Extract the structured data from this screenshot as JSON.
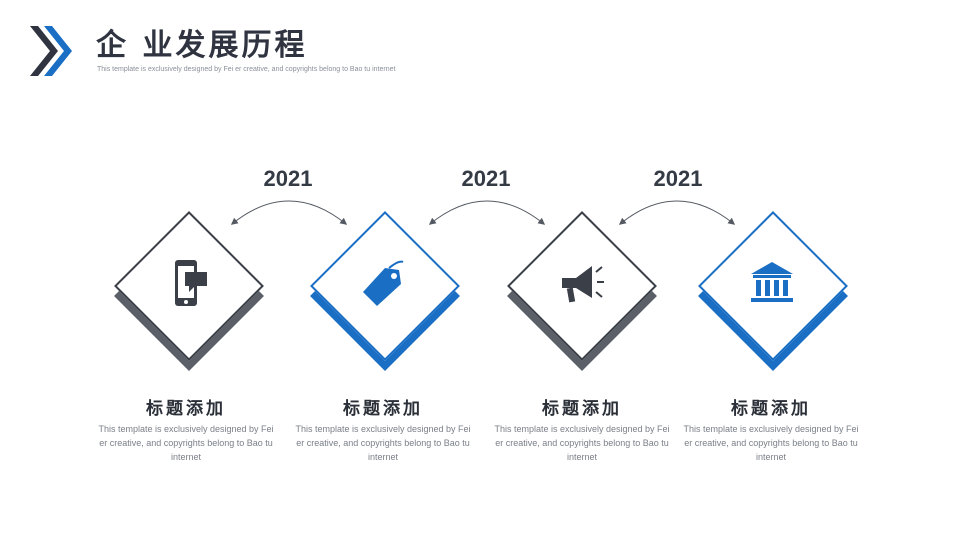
{
  "header": {
    "title": "企 业发展历程",
    "subtitle": "This template is exclusively designed by Fei er creative, and copyrights belong to Bao tu internet"
  },
  "colors": {
    "accent": "#1a6ec4",
    "dark": "#3a3f48",
    "text": "#2f3440"
  },
  "years": [
    "2021",
    "2021",
    "2021"
  ],
  "steps": [
    {
      "icon": "smartphone-message-icon",
      "style": "gray",
      "title": "标题添加",
      "desc": "This template is exclusively designed by Fei er creative, and copyrights belong to Bao tu internet"
    },
    {
      "icon": "price-tag-icon",
      "style": "blue",
      "title": "标题添加",
      "desc": "This template is exclusively designed by Fei er creative, and copyrights belong to Bao tu internet"
    },
    {
      "icon": "megaphone-icon",
      "style": "gray",
      "title": "标题添加",
      "desc": "This template is exclusively designed by Fei er creative, and copyrights belong to Bao tu internet"
    },
    {
      "icon": "bank-building-icon",
      "style": "blue",
      "title": "标题添加",
      "desc": "This template is exclusively designed by Fei er creative, and copyrights belong to Bao tu internet"
    }
  ]
}
